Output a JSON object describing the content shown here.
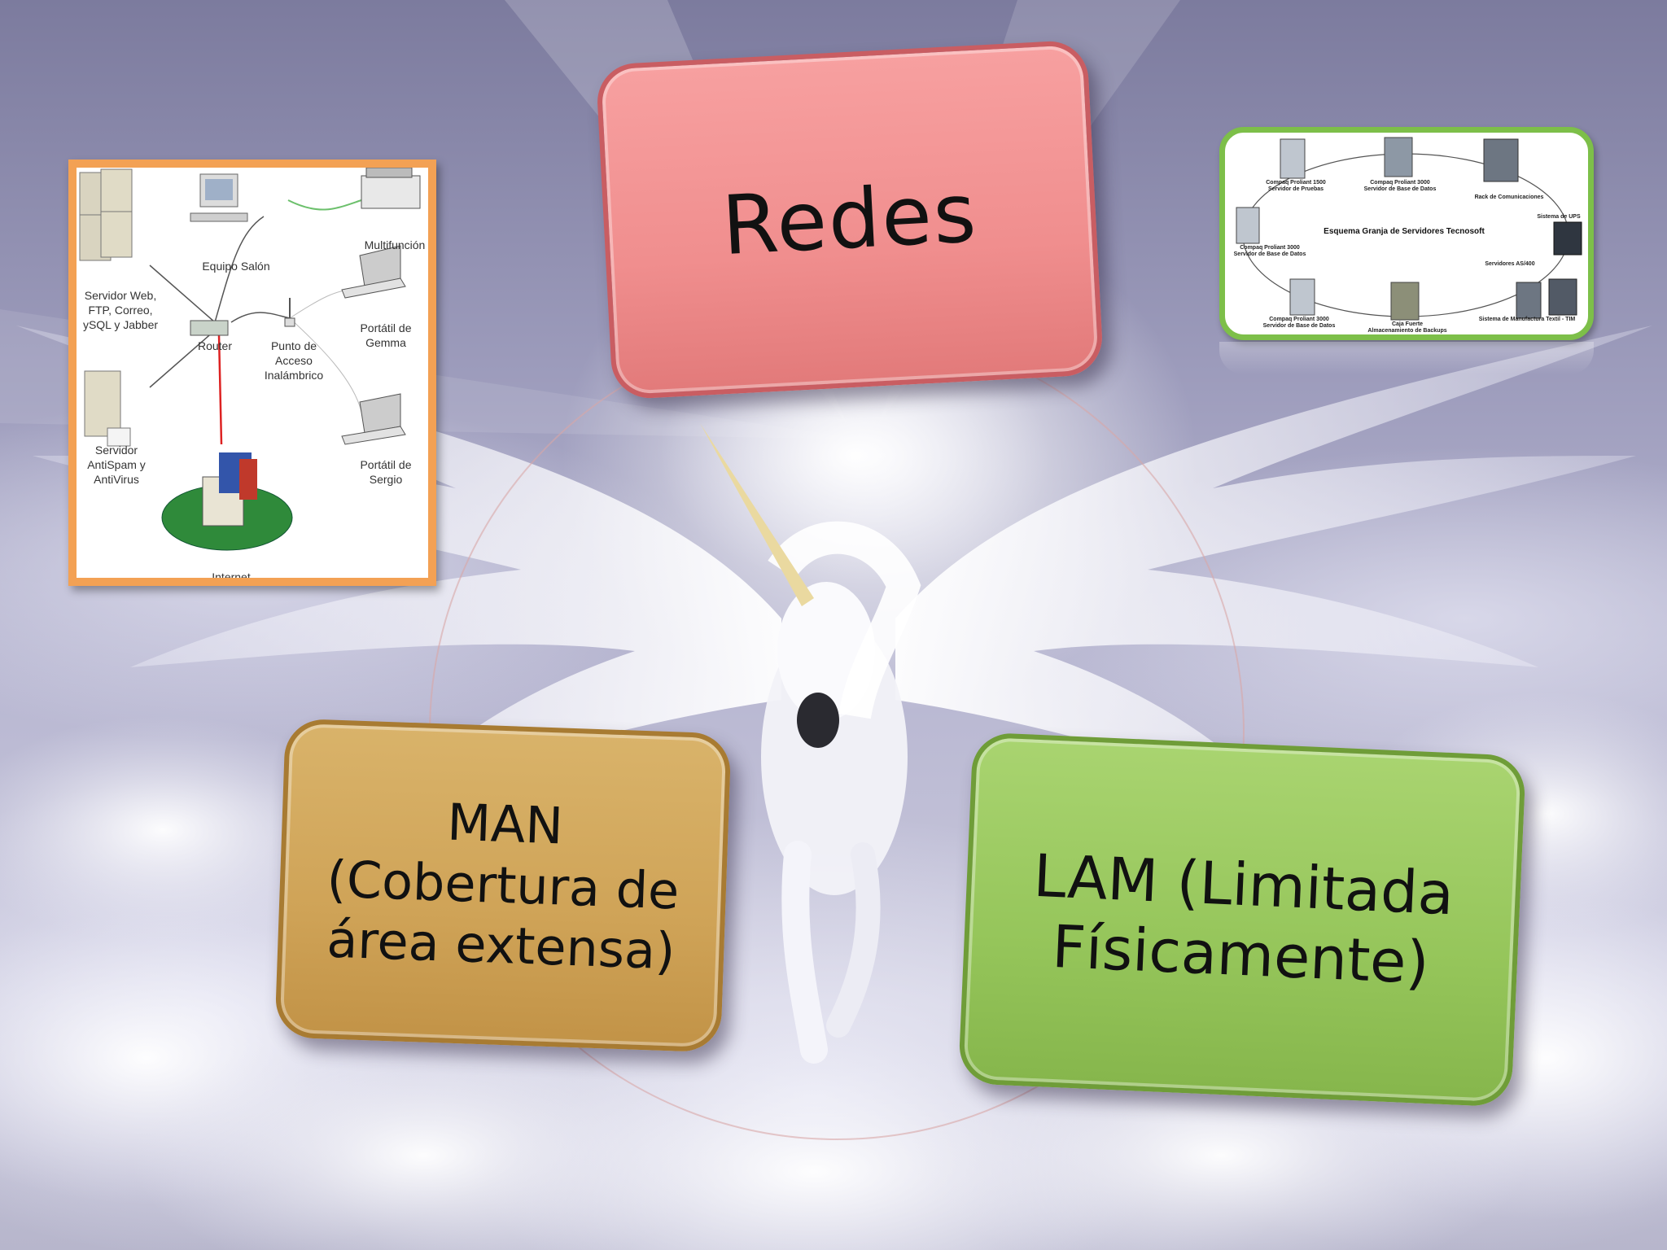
{
  "slide": {
    "center_node": "Redes",
    "left_node": "MAN\n(Cobertura de\nárea extensa)",
    "right_node": "LAM (Limitada\nFísicamente)"
  },
  "network_diagram": {
    "labels": {
      "server_web": "Servidor Web,\nFTP, Correo,\nySQL y Jabber",
      "equipo_salon": "Equipo Salón",
      "multifuncion": "Multifunción",
      "router": "Router",
      "punto_acceso": "Punto de\nAcceso\nInalámbrico",
      "portatil_gemma": "Portátil de\nGemma",
      "servidor_antispam": "Servidor\nAntiSpam y\nAntiVirus",
      "portatil_sergio": "Portátil de\nSergio",
      "internet": "Internet"
    }
  },
  "server_farm": {
    "title": "Esquema Granja de Servidores Tecnosoft",
    "labels": {
      "s1": "Compaq Proliant 1500\nServidor de Pruebas",
      "s2": "Compaq Proliant 3000\nServidor de Base de Datos",
      "s3": "Rack de Comunicaciones",
      "s4": "Sistema de UPS",
      "s5": "Compaq Proliant 3000\nServidor de Base de Datos",
      "s6": "Servidores AS/400",
      "s7": "Compaq Proliant 3000\nServidor de Base de Datos",
      "s8": "Caja Fuerte\nAlmacenamiento de Backups",
      "s9": "Sistema de Manufactura Textil - TIM"
    }
  },
  "colors": {
    "redes": "#f08e8e",
    "man": "#cfa357",
    "lam": "#95c55a",
    "left_frame": "#f3a154",
    "right_frame": "#7dbf49"
  }
}
